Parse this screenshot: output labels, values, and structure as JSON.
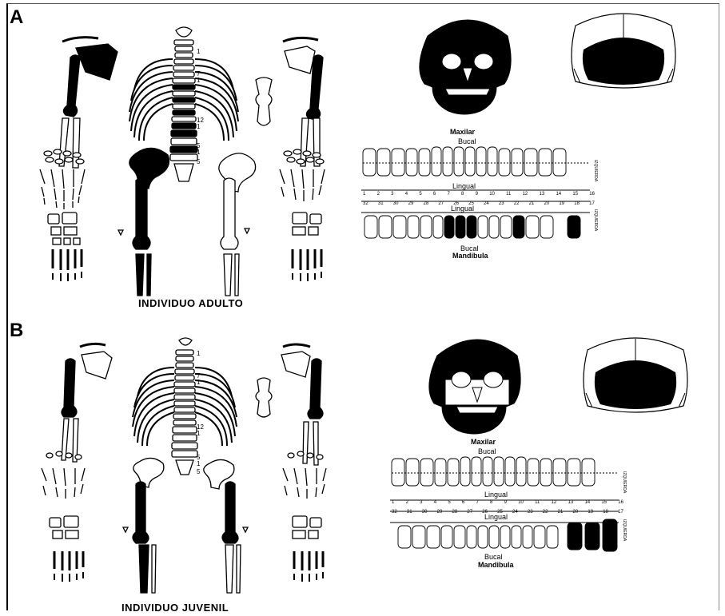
{
  "panels": [
    {
      "letter": "A",
      "caption": "INDIVIDUO ADULTO",
      "dental": {
        "maxilar": "Maxilar",
        "bucal_top": "Bucal",
        "lingual_top": "Lingual",
        "lingual_bottom": "Lingual",
        "bucal_bottom": "Bucal",
        "mandibula": "Mandibula",
        "upper_numbers": [
          "1",
          "2",
          "3",
          "4",
          "5",
          "6",
          "7",
          "8",
          "9",
          "10",
          "11",
          "12",
          "13",
          "14",
          "15",
          "16"
        ],
        "lower_numbers": [
          "32",
          "31",
          "30",
          "29",
          "28",
          "27",
          "26",
          "25",
          "24",
          "23",
          "22",
          "21",
          "20",
          "19",
          "18",
          "17"
        ],
        "side_top": "IZQUIERDA",
        "side_bottom": "IZQUIERDA"
      },
      "spine_labels": [
        "1",
        "7",
        "1",
        "12",
        "1",
        "5",
        "1",
        "5"
      ]
    },
    {
      "letter": "B",
      "caption": "INDIVIDUO JUVENIL",
      "dental": {
        "maxilar": "Maxilar",
        "bucal_top": "Bucal",
        "lingual_top": "Lingual",
        "lingual_bottom": "Lingual",
        "bucal_bottom": "Bucal",
        "mandibula": "Mandibula",
        "upper_numbers": [
          "1",
          "2",
          "3",
          "4",
          "5",
          "6",
          "7",
          "8",
          "9",
          "10",
          "11",
          "12",
          "13",
          "14",
          "15",
          "16"
        ],
        "lower_numbers": [
          "32",
          "31",
          "30",
          "29",
          "28",
          "27",
          "26",
          "25",
          "24",
          "23",
          "22",
          "21",
          "20",
          "19",
          "18",
          "17"
        ],
        "side_top": "IZQUIERDA",
        "side_bottom": "IZQUIERDA"
      },
      "spine_labels": [
        "1",
        "7",
        "1",
        "12",
        "1",
        "5",
        "1",
        "5"
      ]
    }
  ],
  "colors": {
    "bone_present": "#000000",
    "bone_absent": "#ffffff",
    "outline": "#000000"
  }
}
